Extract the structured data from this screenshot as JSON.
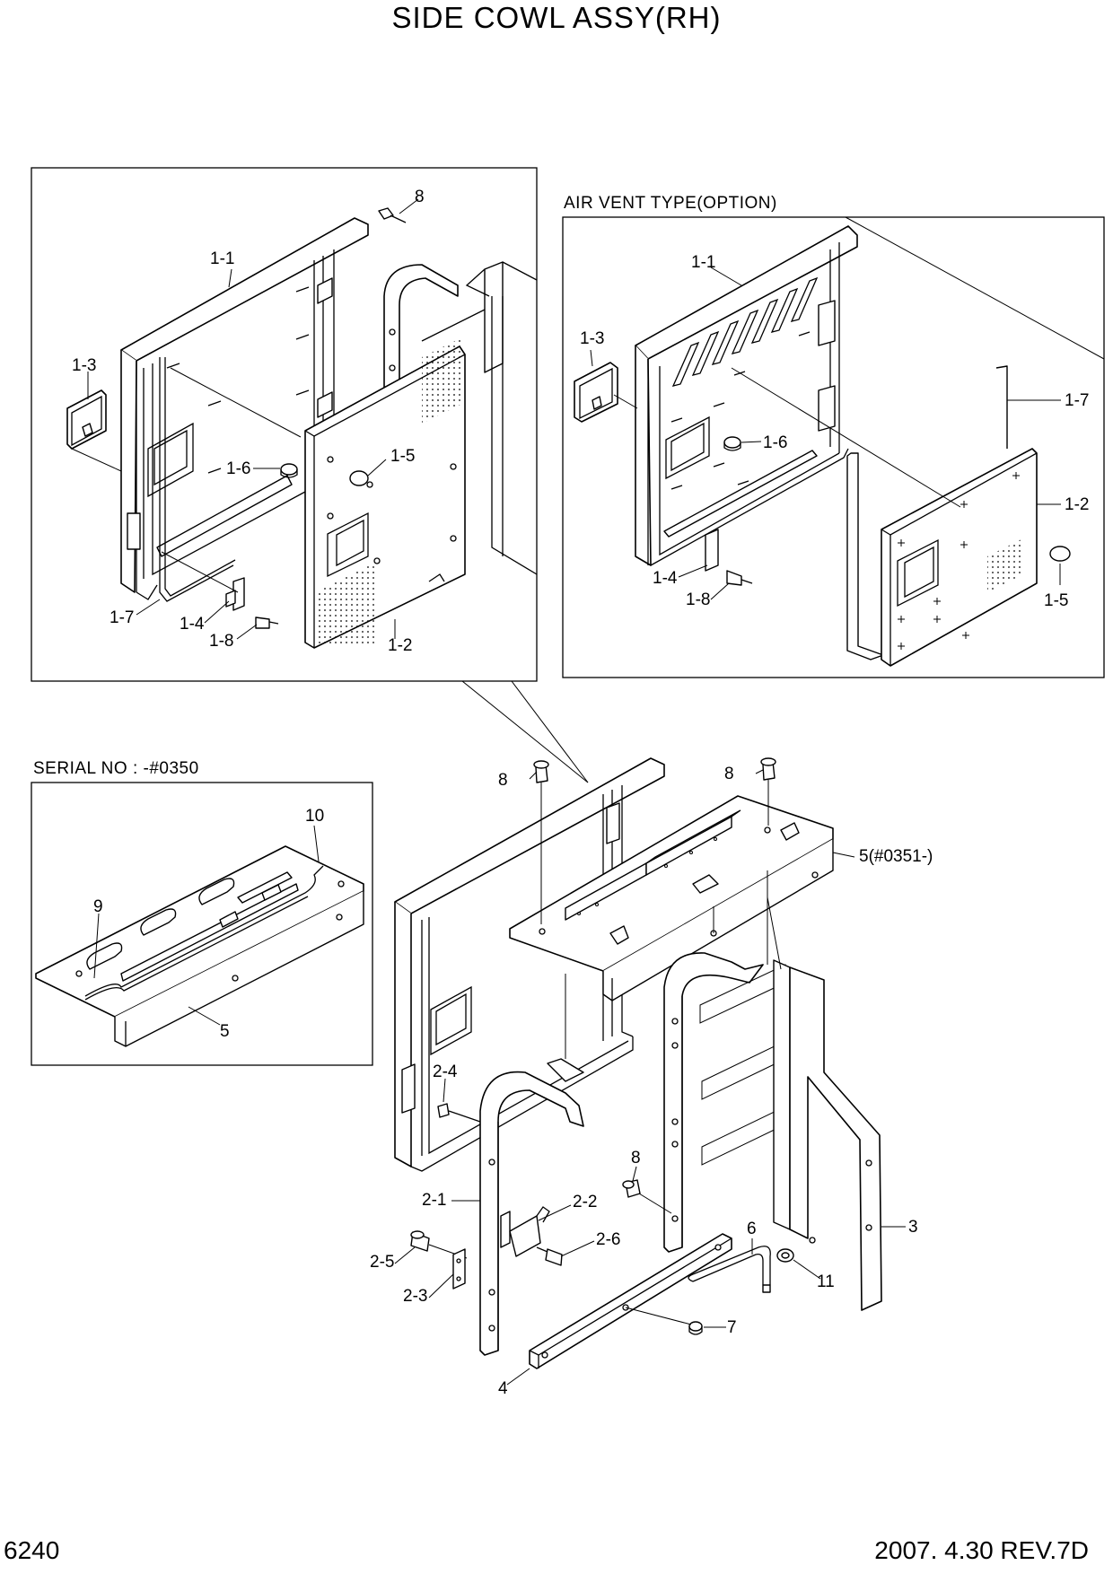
{
  "title": "SIDE COWL ASSY(RH)",
  "page_number": "6240",
  "revision": "2007. 4.30  REV.7D",
  "captions": {
    "air_vent": "AIR VENT TYPE(OPTION)",
    "serial": "SERIAL NO : -#0350"
  },
  "labels": {
    "tl_8": "8",
    "tl_1_1": "1-1",
    "tl_1_3": "1-3",
    "tl_1_6": "1-6",
    "tl_1_5": "1-5",
    "tl_1_7": "1-7",
    "tl_1_4": "1-4",
    "tl_1_8": "1-8",
    "tl_1_2": "1-2",
    "tr_1_1": "1-1",
    "tr_1_3": "1-3",
    "tr_1_6": "1-6",
    "tr_1_7": "1-7",
    "tr_1_2": "1-2",
    "tr_1_4": "1-4",
    "tr_1_8": "1-8",
    "tr_1_5": "1-5",
    "bl_10": "10",
    "bl_9": "9",
    "bl_5": "5",
    "m_8a": "8",
    "m_8b": "8",
    "m_5": "5(#0351-)",
    "m_2_4": "2-4",
    "m_2_1": "2-1",
    "m_2_2": "2-2",
    "m_2_6": "2-6",
    "m_2_5": "2-5",
    "m_2_3": "2-3",
    "m_8c": "8",
    "m_6": "6",
    "m_3": "3",
    "m_11": "11",
    "m_7": "7",
    "m_4": "4"
  }
}
